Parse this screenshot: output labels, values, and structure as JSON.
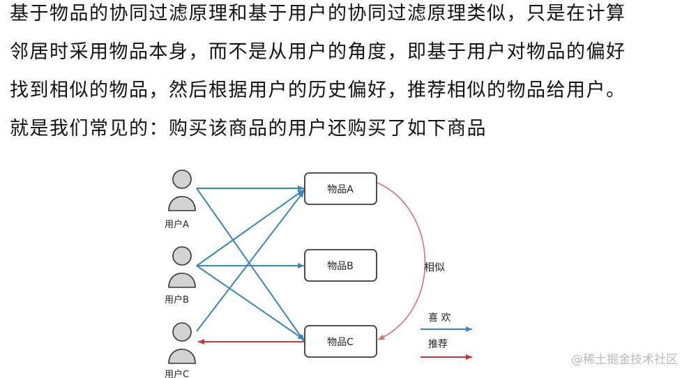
{
  "paragraph": {
    "lines": [
      "基于物品的协同过滤原理和基于用户的协同过滤原理类似，只是在计算",
      "邻居时采用物品本身，而不是从用户的角度，即基于用户对物品的偏好",
      "找到相似的物品，然后根据用户的历史偏好，推荐相似的物品给用户。",
      "就是我们常见的：购买该商品的用户还购买了如下商品"
    ]
  },
  "diagram": {
    "users": [
      "用户A",
      "用户B",
      "用户C"
    ],
    "items": [
      "物品A",
      "物品B",
      "物品C"
    ],
    "similar_label": "相似",
    "legend": {
      "like_label": "喜 欢",
      "recommend_label": "推荐"
    },
    "colors": {
      "like": "#3a86b4",
      "recommend": "#c8353b",
      "similar": "#d9706f",
      "person": "#d2d2d2",
      "node_border": "#3a3a3a"
    }
  },
  "watermark": "@稀土掘金技术社区"
}
